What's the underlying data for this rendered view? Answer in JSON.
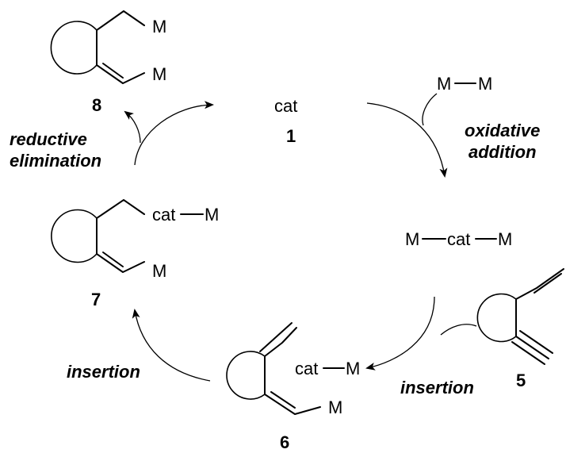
{
  "compounds": {
    "c8": {
      "number": "8",
      "atom_top": "M",
      "atom_bottom": "M"
    },
    "c1": {
      "label": "cat",
      "number": "1"
    },
    "c7": {
      "number": "7",
      "cat": "cat",
      "atom_top": "M",
      "atom_bottom": "M"
    },
    "reagent": {
      "left": "M",
      "right": "M"
    },
    "complex": {
      "left": "M",
      "cat": "cat",
      "right": "M"
    },
    "c5": {
      "number": "5"
    },
    "c6": {
      "number": "6",
      "cat": "cat",
      "atom_cat": "M",
      "atom_bottom": "M"
    }
  },
  "steps": {
    "reductive_line1": "reductive",
    "reductive_line2": "elimination",
    "oxidative_line1": "oxidative",
    "oxidative_line2": "addition",
    "insertion_left": "insertion",
    "insertion_right": "insertion"
  }
}
